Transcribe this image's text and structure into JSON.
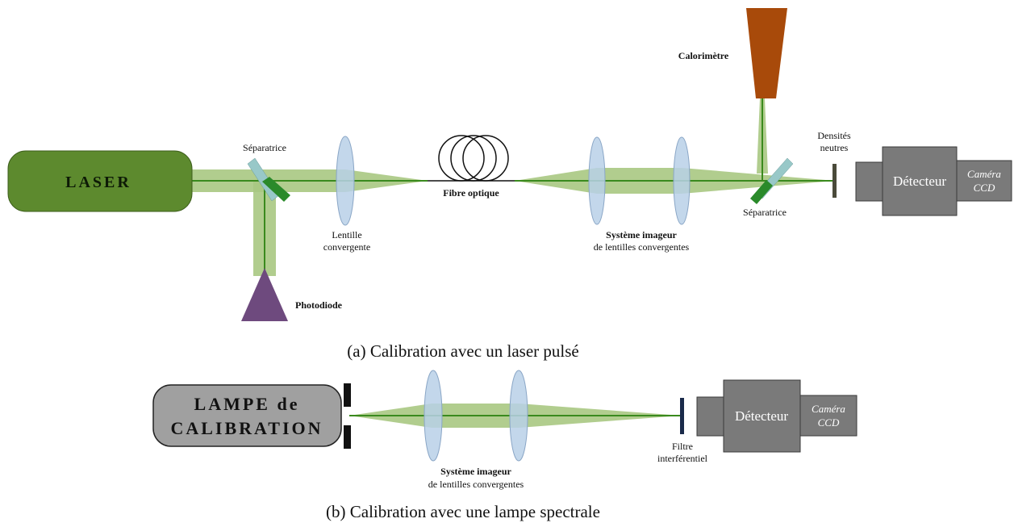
{
  "panel_a": {
    "laser_label": "LASER",
    "beamsplitter_1_label": "Séparatrice",
    "lens_label_line1": "Lentille",
    "lens_label_line2": "convergente",
    "fiber_label": "Fibre optique",
    "imaging_label_line1": "Système imageur",
    "imaging_label_line2": "de lentilles convergentes",
    "calorimeter_label": "Calorimètre",
    "beamsplitter_2_label": "Séparatrice",
    "density_label_line1": "Densités",
    "density_label_line2": "neutres",
    "detector_label": "Détecteur",
    "camera_label_line1": "Caméra",
    "camera_label_line2": "CCD",
    "photodiode_label": "Photodiode",
    "caption": "(a) Calibration avec un laser pulsé"
  },
  "panel_b": {
    "lamp_label_line1": "LAMPE de",
    "lamp_label_line2": "CALIBRATION",
    "imaging_label_line1": "Système imageur",
    "imaging_label_line2": "de lentilles convergentes",
    "filter_label_line1": "Filtre",
    "filter_label_line2": "interférentiel",
    "detector_label": "Détecteur",
    "camera_label_line1": "Caméra",
    "camera_label_line2": "CCD",
    "caption": "(b) Calibration avec une lampe spectrale"
  },
  "colors": {
    "laser_fill": "#5d8a2e",
    "beam": "#a8c882",
    "beam_core": "#3a8a1e",
    "lens": "#b8d0e8",
    "calorimeter": "#a84a0a",
    "photodiode": "#6e4a7e",
    "detector": "#7a7a7a",
    "lamp": "#a0a0a0"
  }
}
